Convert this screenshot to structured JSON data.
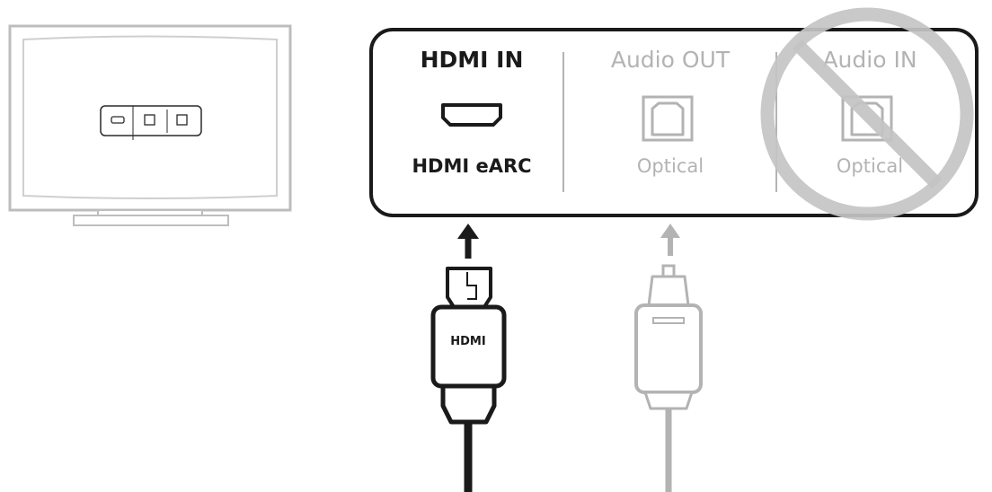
{
  "panel": {
    "hdmi_in_title": "HDMI IN",
    "hdmi_in_port": "HDMI eARC",
    "audio_out_title": "Audio OUT",
    "audio_out_port": "Optical",
    "audio_in_title": "Audio IN",
    "audio_in_port": "Optical"
  },
  "cables": {
    "hdmi_label": "HDMI"
  },
  "icons": {
    "tv": "tv-icon",
    "hdmi_port": "hdmi-port-icon",
    "optical_port": "optical-port-icon",
    "prohibited": "prohibited-icon",
    "arrow": "arrow-up-icon",
    "hdmi_plug": "hdmi-plug-icon",
    "optical_plug": "optical-plug-icon"
  },
  "colors": {
    "dark": "#1a1a1a",
    "light": "#b3b3b3",
    "prohibited": "#c4c4c4"
  }
}
